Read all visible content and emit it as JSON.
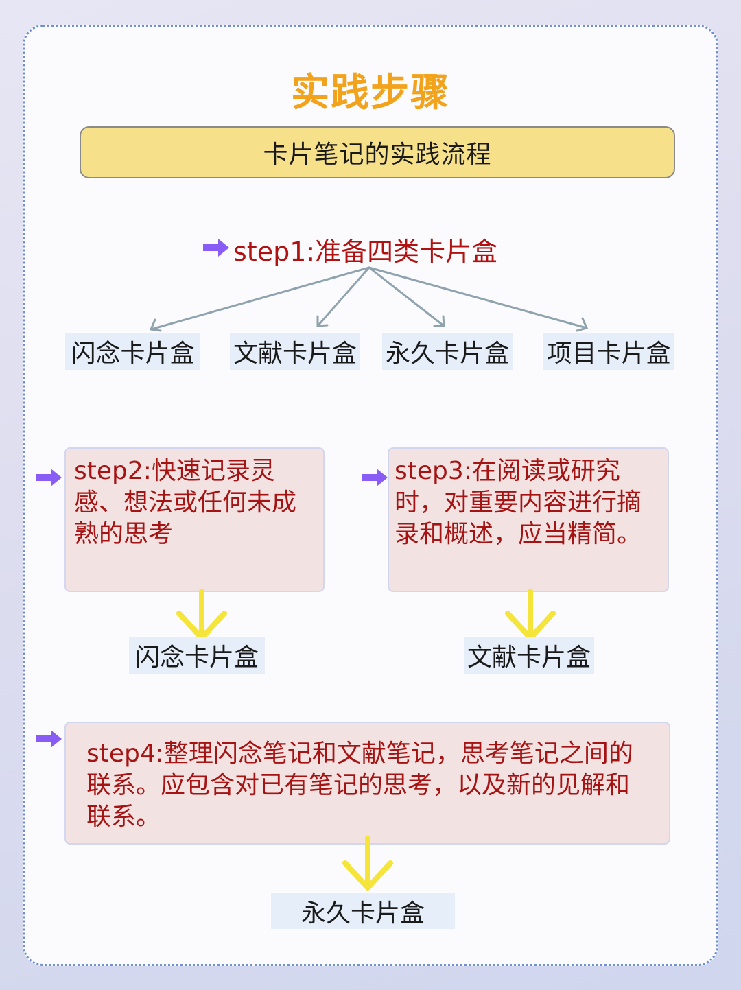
{
  "title": "实践步骤",
  "banner": "卡片笔记的实践流程",
  "step1": {
    "label": "step1:准备四类卡片盒",
    "boxes": [
      "闪念卡片盒",
      "文献卡片盒",
      "永久卡片盒",
      "项目卡片盒"
    ]
  },
  "step2": {
    "label": "step2:快速记录灵感、想法或任何未成熟的思考",
    "output": "闪念卡片盒"
  },
  "step3": {
    "label": "step3:在阅读或研究时，对重要内容进行摘录和概述，应当精简。",
    "output": "文献卡片盒"
  },
  "step4": {
    "label": "step4:整理闪念笔记和文献笔记，思考笔记之间的联系。应包含对已有笔记的思考，以及新的见解和联系。",
    "output": "永久卡片盒"
  },
  "colors": {
    "title": "#f2a21b",
    "banner": "#f7e08a",
    "step_text": "#a51313",
    "step_box": "#f3e2e2",
    "label_box": "#e6eefa",
    "purple_arrow": "#8a5cf6",
    "yellow_arrow": "#f5e43a",
    "connector": "#8ea3ad"
  },
  "icons": {
    "pointer": "right-arrow-icon",
    "flow": "down-arrow-icon"
  }
}
